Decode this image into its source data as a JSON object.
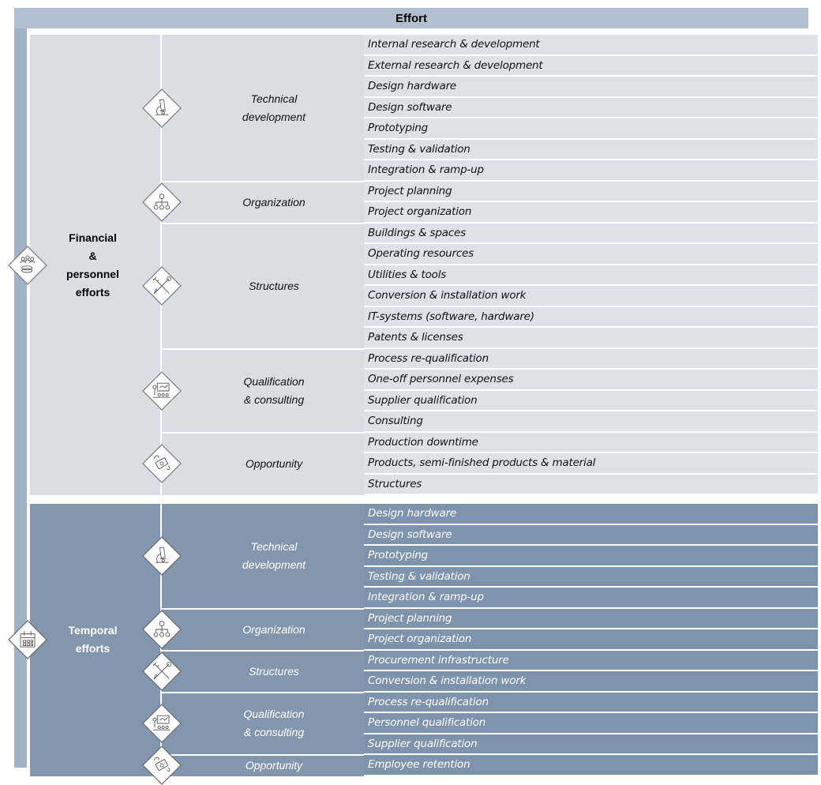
{
  "header": {
    "title": "Effort"
  },
  "groups": [
    {
      "label": "Financial\n&\npersonnel\nefforts",
      "icon": "people-money-icon",
      "theme": "light",
      "categories": [
        {
          "label": "Technical\ndevelopment",
          "icon": "microscope-icon",
          "items": [
            "Internal research & development",
            "External research & development",
            "Design hardware",
            "Design software",
            "Prototyping",
            "Testing & validation",
            "Integration & ramp-up"
          ]
        },
        {
          "label": "Organization",
          "icon": "org-chart-icon",
          "items": [
            "Project planning",
            "Project organization"
          ]
        },
        {
          "label": "Structures",
          "icon": "tools-icon",
          "items": [
            "Buildings & spaces",
            "Operating resources",
            "Utilities & tools",
            "Conversion & installation work",
            "IT-systems (software, hardware)",
            "Patents & licenses"
          ]
        },
        {
          "label": "Qualification\n& consulting",
          "icon": "presentation-icon",
          "items": [
            "Process re-qualification",
            "One-off personnel expenses",
            "Supplier qualification",
            "Consulting"
          ]
        },
        {
          "label": "Opportunity",
          "icon": "flying-money-icon",
          "items": [
            "Production downtime",
            "Products, semi-finished products & material",
            "Structures"
          ]
        }
      ]
    },
    {
      "label": "Temporal\nefforts",
      "icon": "calendar-icon",
      "theme": "dark",
      "categories": [
        {
          "label": "Technical\ndevelopment",
          "icon": "microscope-icon",
          "items": [
            "Design hardware",
            "Design software",
            "Prototyping",
            "Testing & validation",
            "Integration & ramp-up"
          ]
        },
        {
          "label": "Organization",
          "icon": "org-chart-icon",
          "items": [
            "Project planning",
            "Project organization"
          ]
        },
        {
          "label": "Structures",
          "icon": "tools-icon",
          "items": [
            "Procurement infrastructure",
            "Conversion & installation work"
          ]
        },
        {
          "label": "Qualification\n& consulting",
          "icon": "presentation-icon",
          "items": [
            "Process re-qualification",
            "Personnel qualification",
            "Supplier qualification"
          ]
        },
        {
          "label": "Opportunity",
          "icon": "flying-money-icon",
          "items": [
            "Employee retention"
          ]
        }
      ]
    }
  ]
}
